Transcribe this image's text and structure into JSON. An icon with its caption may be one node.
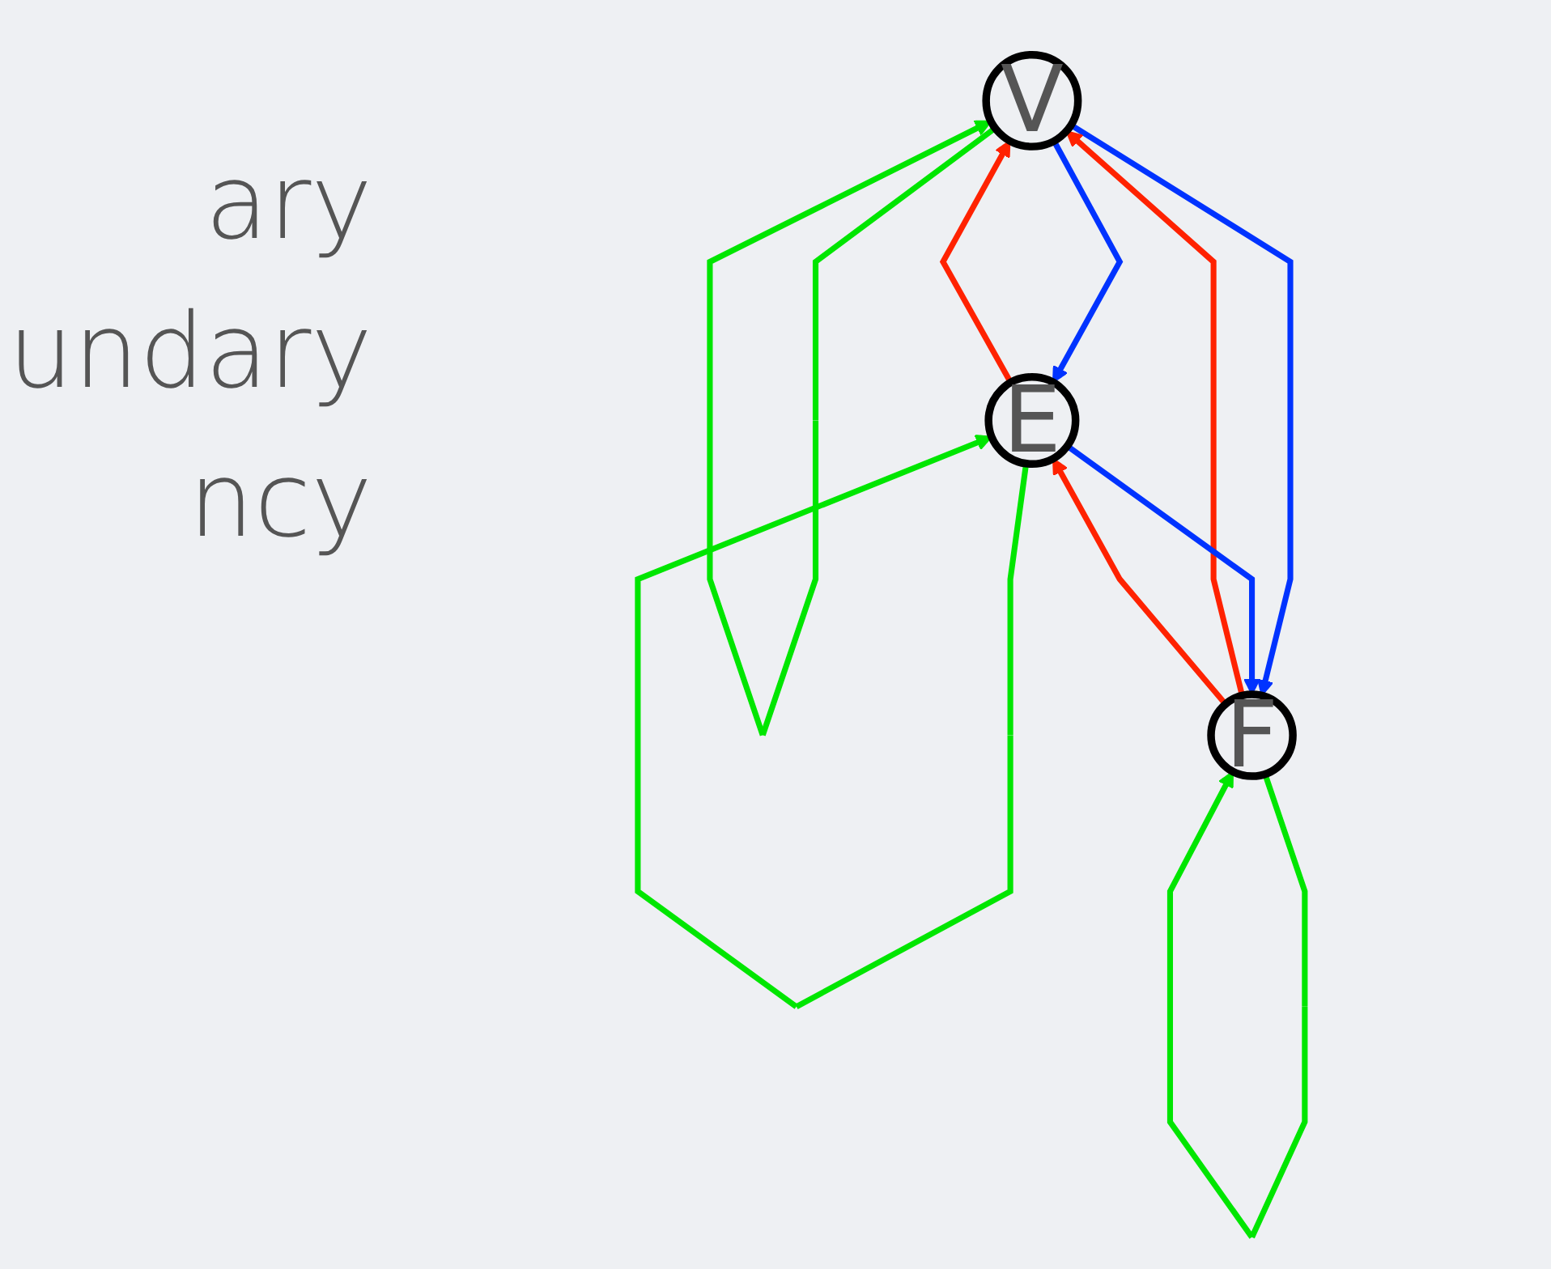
{
  "diagram": {
    "nodes": [
      {
        "text": [
          "V"
        ]
      },
      {
        "text": [
          "E"
        ]
      },
      {
        "text": [
          "F"
        ]
      }
    ],
    "edges": [
      {
        "from": 0,
        "to": 0,
        "arrow": "to",
        "color": "#00e600"
      },
      {
        "from": 0,
        "to": 1,
        "arrow": "to",
        "color": "#0033ff"
      },
      {
        "from": 1,
        "to": 0,
        "arrow": "to",
        "color": "#ff2200"
      },
      {
        "from": 0,
        "to": 2,
        "arrow": "to",
        "color": "#0033ff"
      },
      {
        "from": 2,
        "to": 0,
        "arrow": "to",
        "color": "#ff2200"
      },
      {
        "from": 1,
        "to": 2,
        "arrow": "to",
        "color": "#0033ff"
      },
      {
        "from": 2,
        "to": 1,
        "arrow": "to",
        "color": "#ff2200"
      },
      {
        "from": 1,
        "to": 1,
        "arrow": "to",
        "color": "#00e600"
      },
      {
        "from": 2,
        "to": 2,
        "arrow": "to",
        "color": "#00e600"
      }
    ],
    "labels": [
      "ary",
      "undary",
      "ncy"
    ]
  }
}
